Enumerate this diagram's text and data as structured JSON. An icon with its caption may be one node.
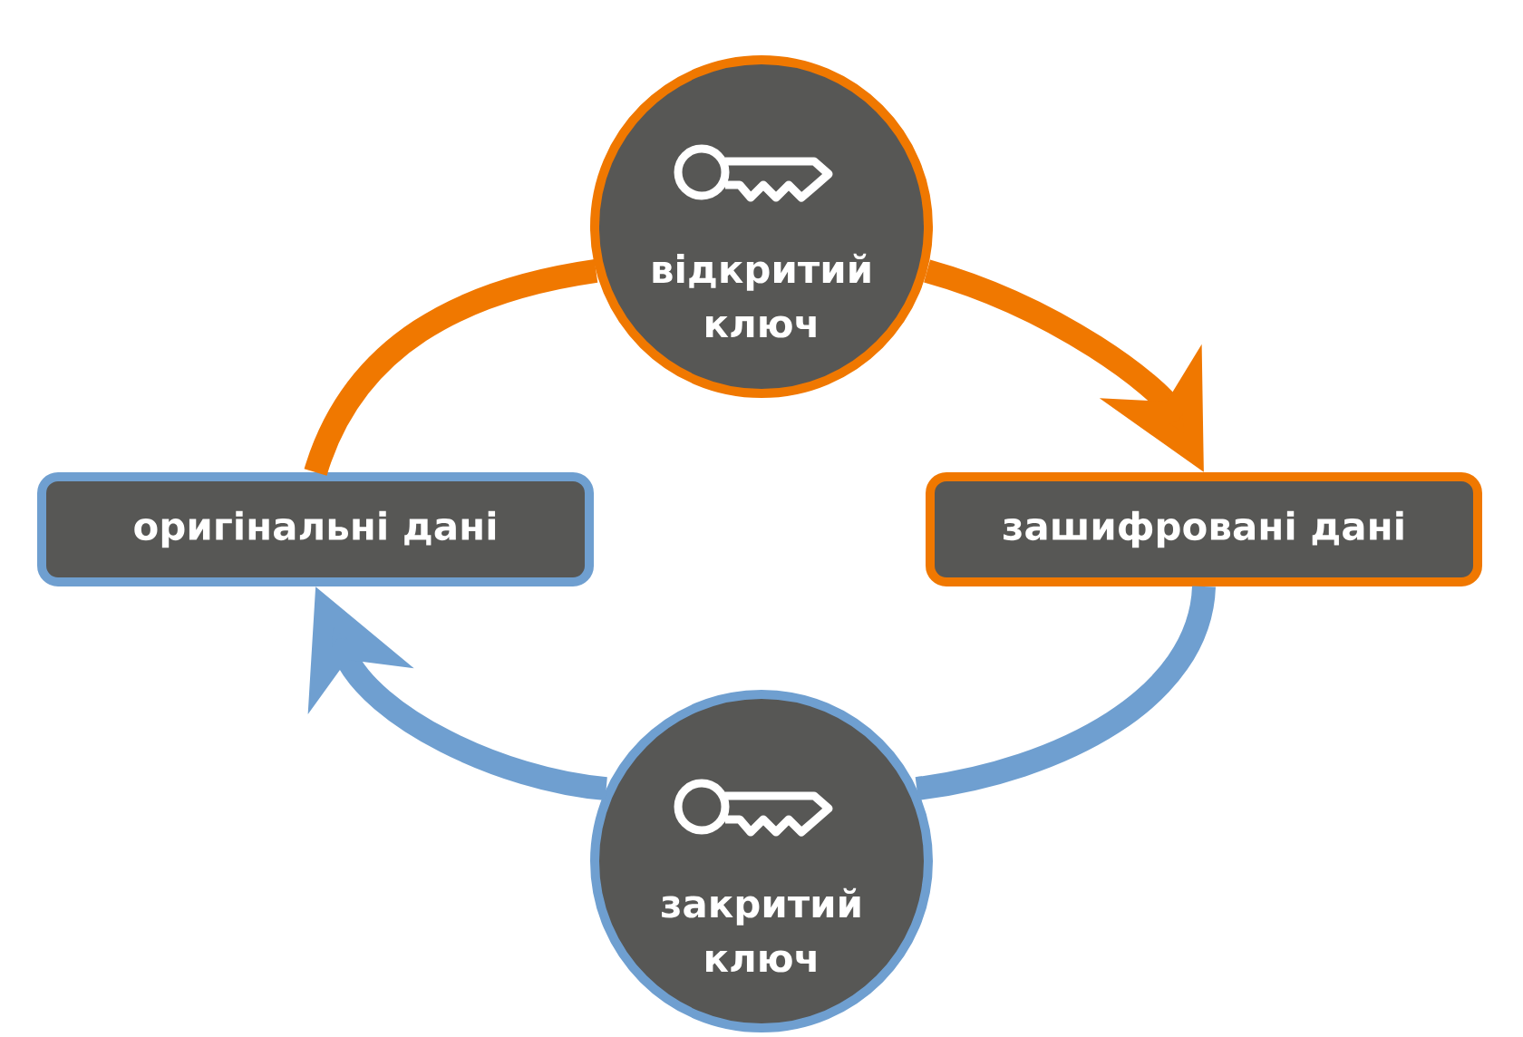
{
  "diagram": {
    "nodes": [
      {
        "text": [
          "оригінальні дані"
        ]
      },
      {
        "text": [
          "зашифровані дані"
        ]
      },
      {
        "text": [
          "відкритий ключ"
        ]
      },
      {
        "text": [
          "закритий ключ"
        ]
      }
    ],
    "edges": [
      {
        "from": 0,
        "to": 2,
        "arrow": "none",
        "color": "#f07800"
      },
      {
        "from": 2,
        "to": 1,
        "arrow": "to",
        "color": "#f07800"
      },
      {
        "from": 1,
        "to": 3,
        "arrow": "none",
        "color": "#6f9fd0"
      },
      {
        "from": 3,
        "to": 0,
        "arrow": "to",
        "color": "#6f9fd0"
      }
    ]
  }
}
